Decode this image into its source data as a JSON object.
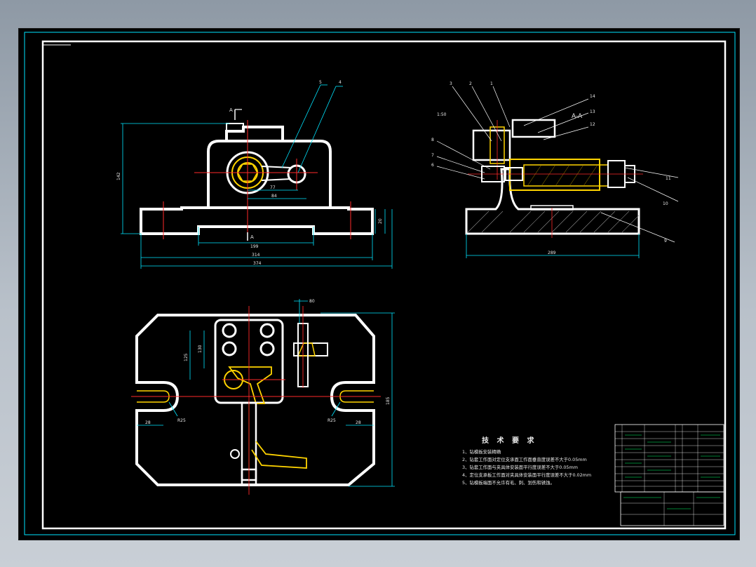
{
  "drawing": {
    "section_label": "A-A",
    "scale_note": "1:50",
    "technical_requirements": {
      "title": "技 术 要 求",
      "items": [
        "1、钻模板安装精确",
        "2、钻套工作面对定位支承面工作面垂直度误差不大于0.05mm",
        "3、钻套工作面与夹具体安装面平行度误差不大于0.05mm",
        "4、定位支承板工作面对夹具体安装面平行度误差不大于0.02mm",
        "5、钻模板端面不允许有毛、刺、划伤和锈蚀。"
      ]
    },
    "dimensions": {
      "front_view": [
        "199",
        "314",
        "374",
        "142",
        "77",
        "84",
        "20"
      ],
      "section_view": [
        "289"
      ],
      "top_view": [
        "130",
        "125",
        "185",
        "28",
        "28",
        "R25",
        "R25",
        "80"
      ]
    },
    "balloons": {
      "front_view": [
        "5",
        "4"
      ],
      "section_view": [
        "3",
        "2",
        "1",
        "14",
        "13",
        "12",
        "8",
        "7",
        "6",
        "11",
        "10",
        "9"
      ]
    },
    "section_markers": [
      "A",
      "A"
    ],
    "colors": {
      "paper": "#000000",
      "outline": "#ffffff",
      "dimension": "#00e5ff",
      "centerline": "#ff2a2a",
      "part_detail": "#ffd400",
      "hatch": "#8a8a8a",
      "frame": "#ffffff"
    }
  }
}
